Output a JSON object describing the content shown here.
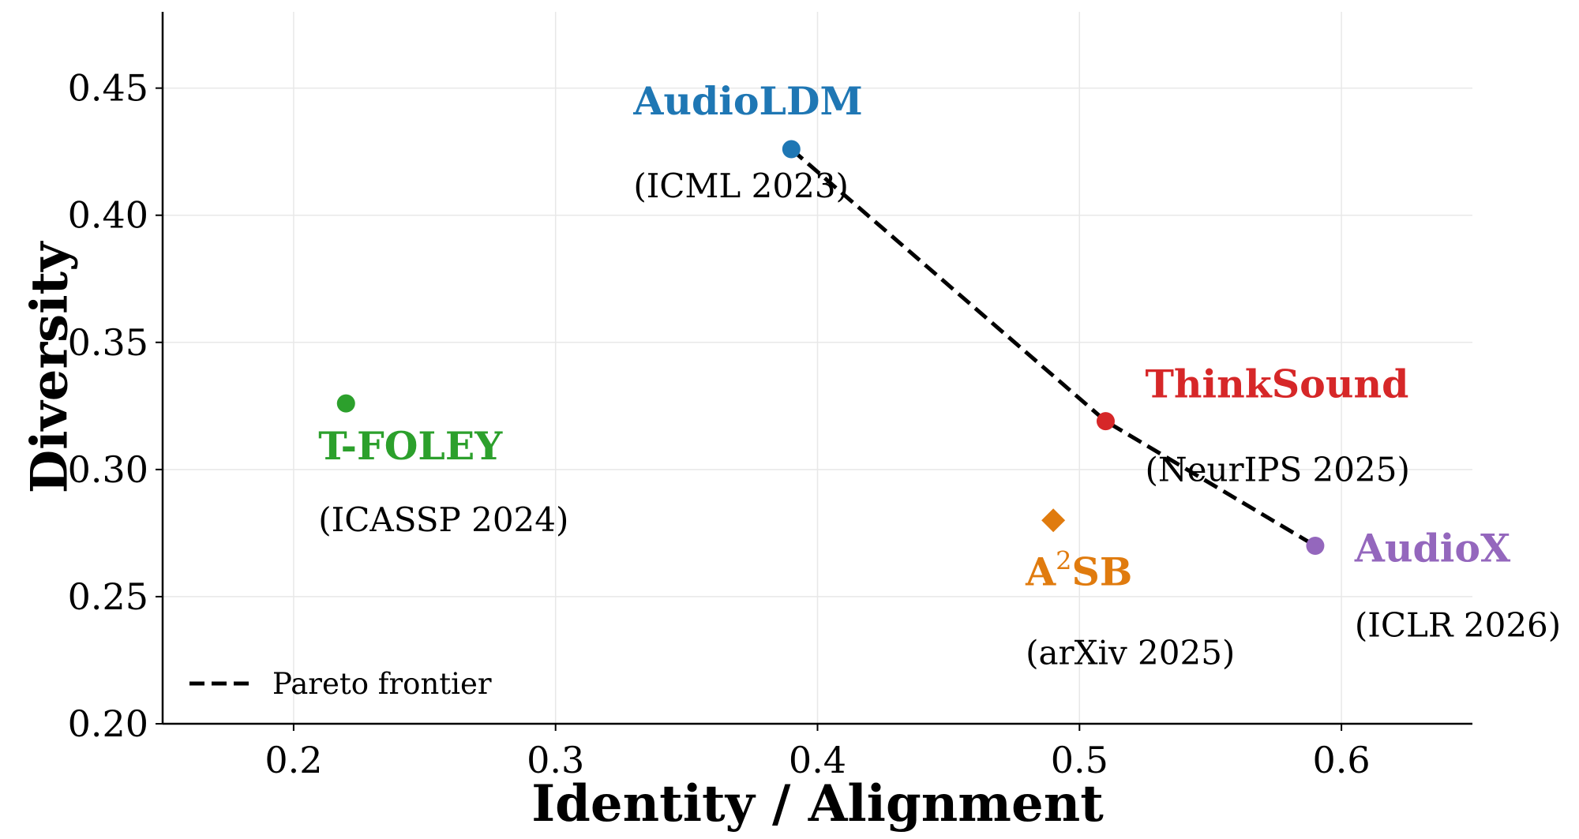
{
  "chart_data": {
    "type": "scatter",
    "xlabel": "Identity / Alignment",
    "ylabel": "Diversity",
    "xlim": [
      0.15,
      0.65
    ],
    "ylim": [
      0.2,
      0.48
    ],
    "xticks": [
      "0.2",
      "0.3",
      "0.4",
      "0.5",
      "0.6"
    ],
    "yticks": [
      "0.20",
      "0.25",
      "0.30",
      "0.35",
      "0.40",
      "0.45"
    ],
    "grid": true,
    "legend": {
      "placement": "lower-left",
      "entries": [
        "Pareto frontier"
      ]
    },
    "points": [
      {
        "name": "AudioLDM",
        "venue": "(ICML 2023)",
        "x": 0.39,
        "y": 0.426,
        "color": "#1f77b4",
        "marker": "circle"
      },
      {
        "name": "T-FOLEY",
        "venue": "(ICASSP 2024)",
        "x": 0.22,
        "y": 0.326,
        "color": "#2ca02c",
        "marker": "circle"
      },
      {
        "name": "ThinkSound",
        "venue": "(NeurIPS 2025)",
        "x": 0.51,
        "y": 0.319,
        "color": "#d62728",
        "marker": "circle"
      },
      {
        "name": "A",
        "name_sup": "2",
        "name_rest": "SB",
        "venue": "(arXiv 2025)",
        "x": 0.49,
        "y": 0.28,
        "color": "#e07b0e",
        "marker": "diamond"
      },
      {
        "name": "AudioX",
        "venue": "(ICLR 2026)",
        "x": 0.59,
        "y": 0.27,
        "color": "#9467bd",
        "marker": "circle"
      }
    ],
    "frontier": {
      "name": "Pareto frontier",
      "style": "dashed",
      "color": "#000000",
      "points": [
        [
          0.39,
          0.426
        ],
        [
          0.51,
          0.319
        ],
        [
          0.59,
          0.27
        ]
      ]
    }
  }
}
